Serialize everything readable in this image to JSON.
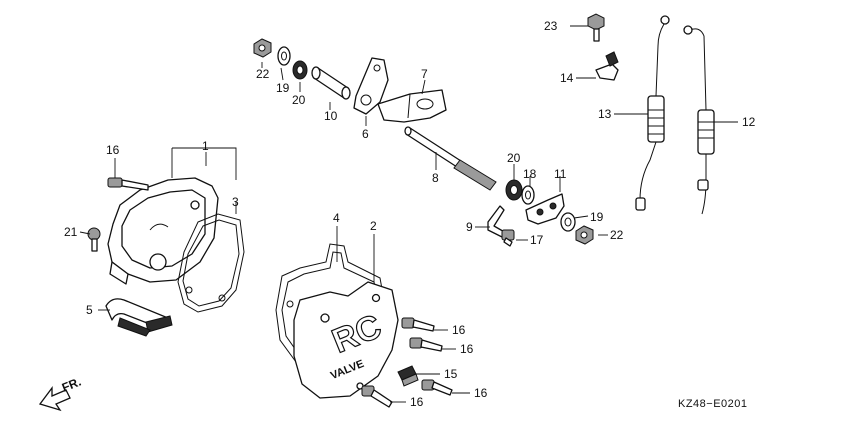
{
  "drawing_code": "KZ48−E0201",
  "front_marker": "FR.",
  "cover_stamp": {
    "big": "RC",
    "small": "VALVE"
  },
  "callouts": [
    "1",
    "2",
    "3",
    "4",
    "5",
    "6",
    "7",
    "8",
    "9",
    "10",
    "11",
    "12",
    "13",
    "14",
    "15",
    "16",
    "17",
    "18",
    "19",
    "20",
    "21",
    "22",
    "23"
  ]
}
